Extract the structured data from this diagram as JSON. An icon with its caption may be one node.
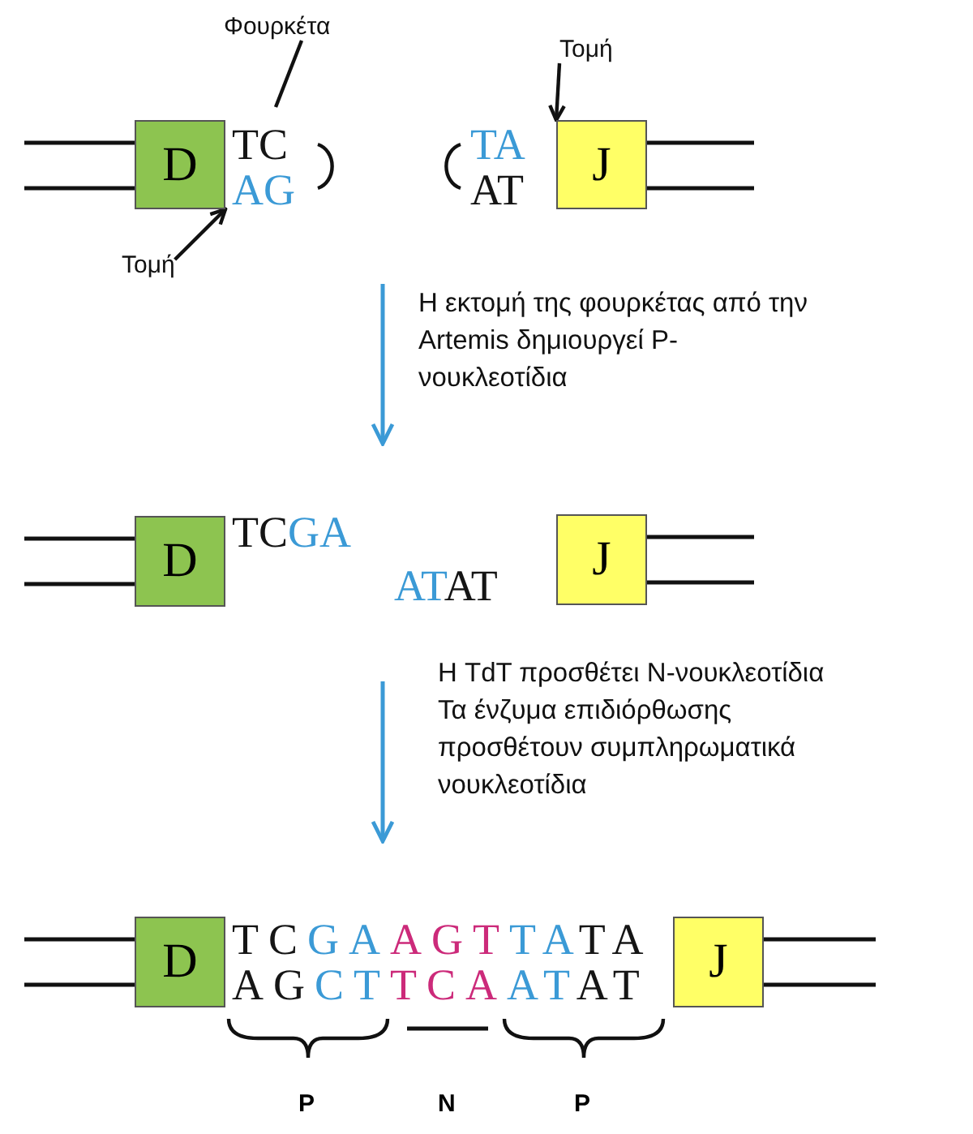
{
  "diagram": {
    "nodes": [
      {
        "text": [
          "Φουρκέτα"
        ]
      },
      {
        "text": [
          "Τομή"
        ]
      },
      {
        "text": [
          "D"
        ]
      },
      {
        "text": [
          "J"
        ]
      },
      {
        "text": [
          "Τομή"
        ]
      },
      {
        "text": [
          "D"
        ]
      },
      {
        "text": [
          "J"
        ]
      },
      {
        "text": [
          "D"
        ]
      },
      {
        "text": [
          "J"
        ]
      }
    ],
    "edges": [
      {
        "from": 0,
        "to": null,
        "arrow": "none"
      },
      {
        "from": 1,
        "to": 3,
        "arrow": "to"
      },
      {
        "from": 4,
        "to": 2,
        "arrow": "to"
      }
    ],
    "labels": [
      "TC",
      "AG",
      "TA",
      "AT",
      "Η εκτομή της φουρκέτας από την Artemis δημιουργεί P-νουκλεοτίδια",
      "TC",
      "GA",
      "AT",
      "AT",
      "Η TdT προσθέτει N-νουκλεοτίδια",
      "Τα ένζυμα επιδιόρθωσης προσθέτουν συμπληρωματικά νουκλεοτίδια",
      "TC",
      "GA",
      "AGT",
      "TA",
      "TA",
      "AG",
      "CT",
      "TCA",
      "AT",
      "AT",
      "P",
      "N",
      "P"
    ]
  }
}
